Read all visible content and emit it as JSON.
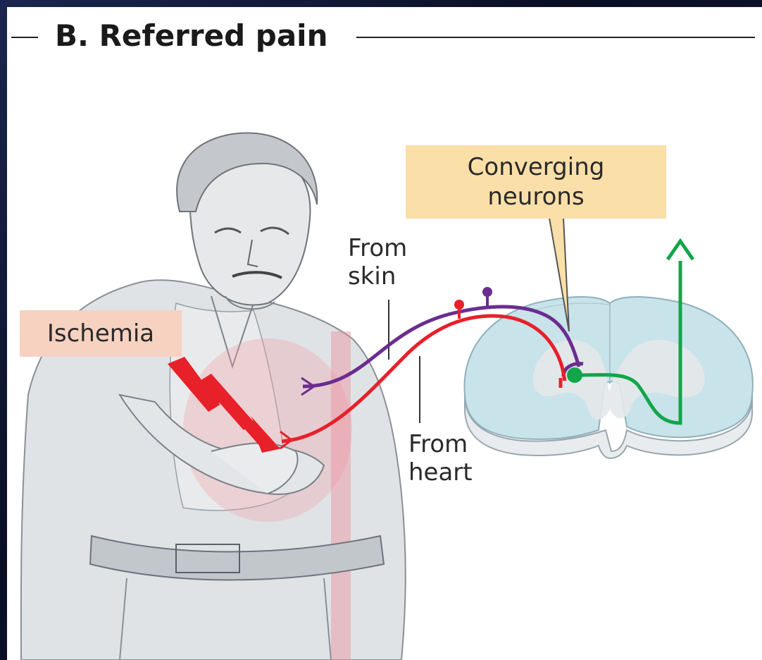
{
  "title": "B.  Referred pain",
  "labels": {
    "ischemia": "Ischemia",
    "converging_line1": "Converging",
    "converging_line2": "neurons",
    "from_skin_line1": "From",
    "from_skin_line2": "skin",
    "from_heart_line1": "From",
    "from_heart_line2": "heart"
  },
  "colors": {
    "heart_fiber": "#e8202a",
    "skin_fiber": "#6b2d8f",
    "ascending_neuron": "#12a54a",
    "spinal_cord": "#c9e3ea",
    "gray_matter": "#e4e8ea",
    "ischemia_box": "#f7d2c0",
    "converging_box": "#fbdfa8"
  }
}
